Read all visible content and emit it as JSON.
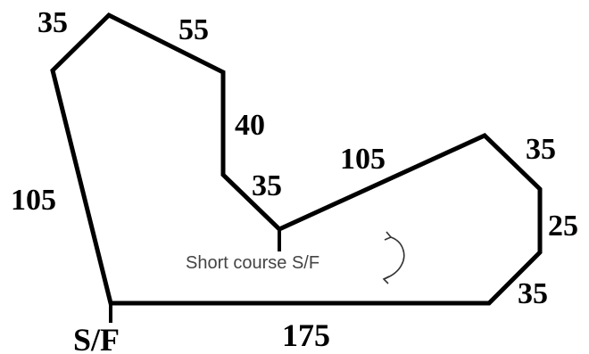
{
  "segments": [
    "35",
    "55",
    "40",
    "35",
    "105",
    "35",
    "25",
    "35",
    "175",
    "105"
  ],
  "start_finish": "S/F",
  "short_course_label": "Short course S/F",
  "icons": {
    "direction": "rotation-arrow-icon"
  },
  "colors": {
    "track": "#000000",
    "note": "#444444",
    "background": "#ffffff"
  }
}
